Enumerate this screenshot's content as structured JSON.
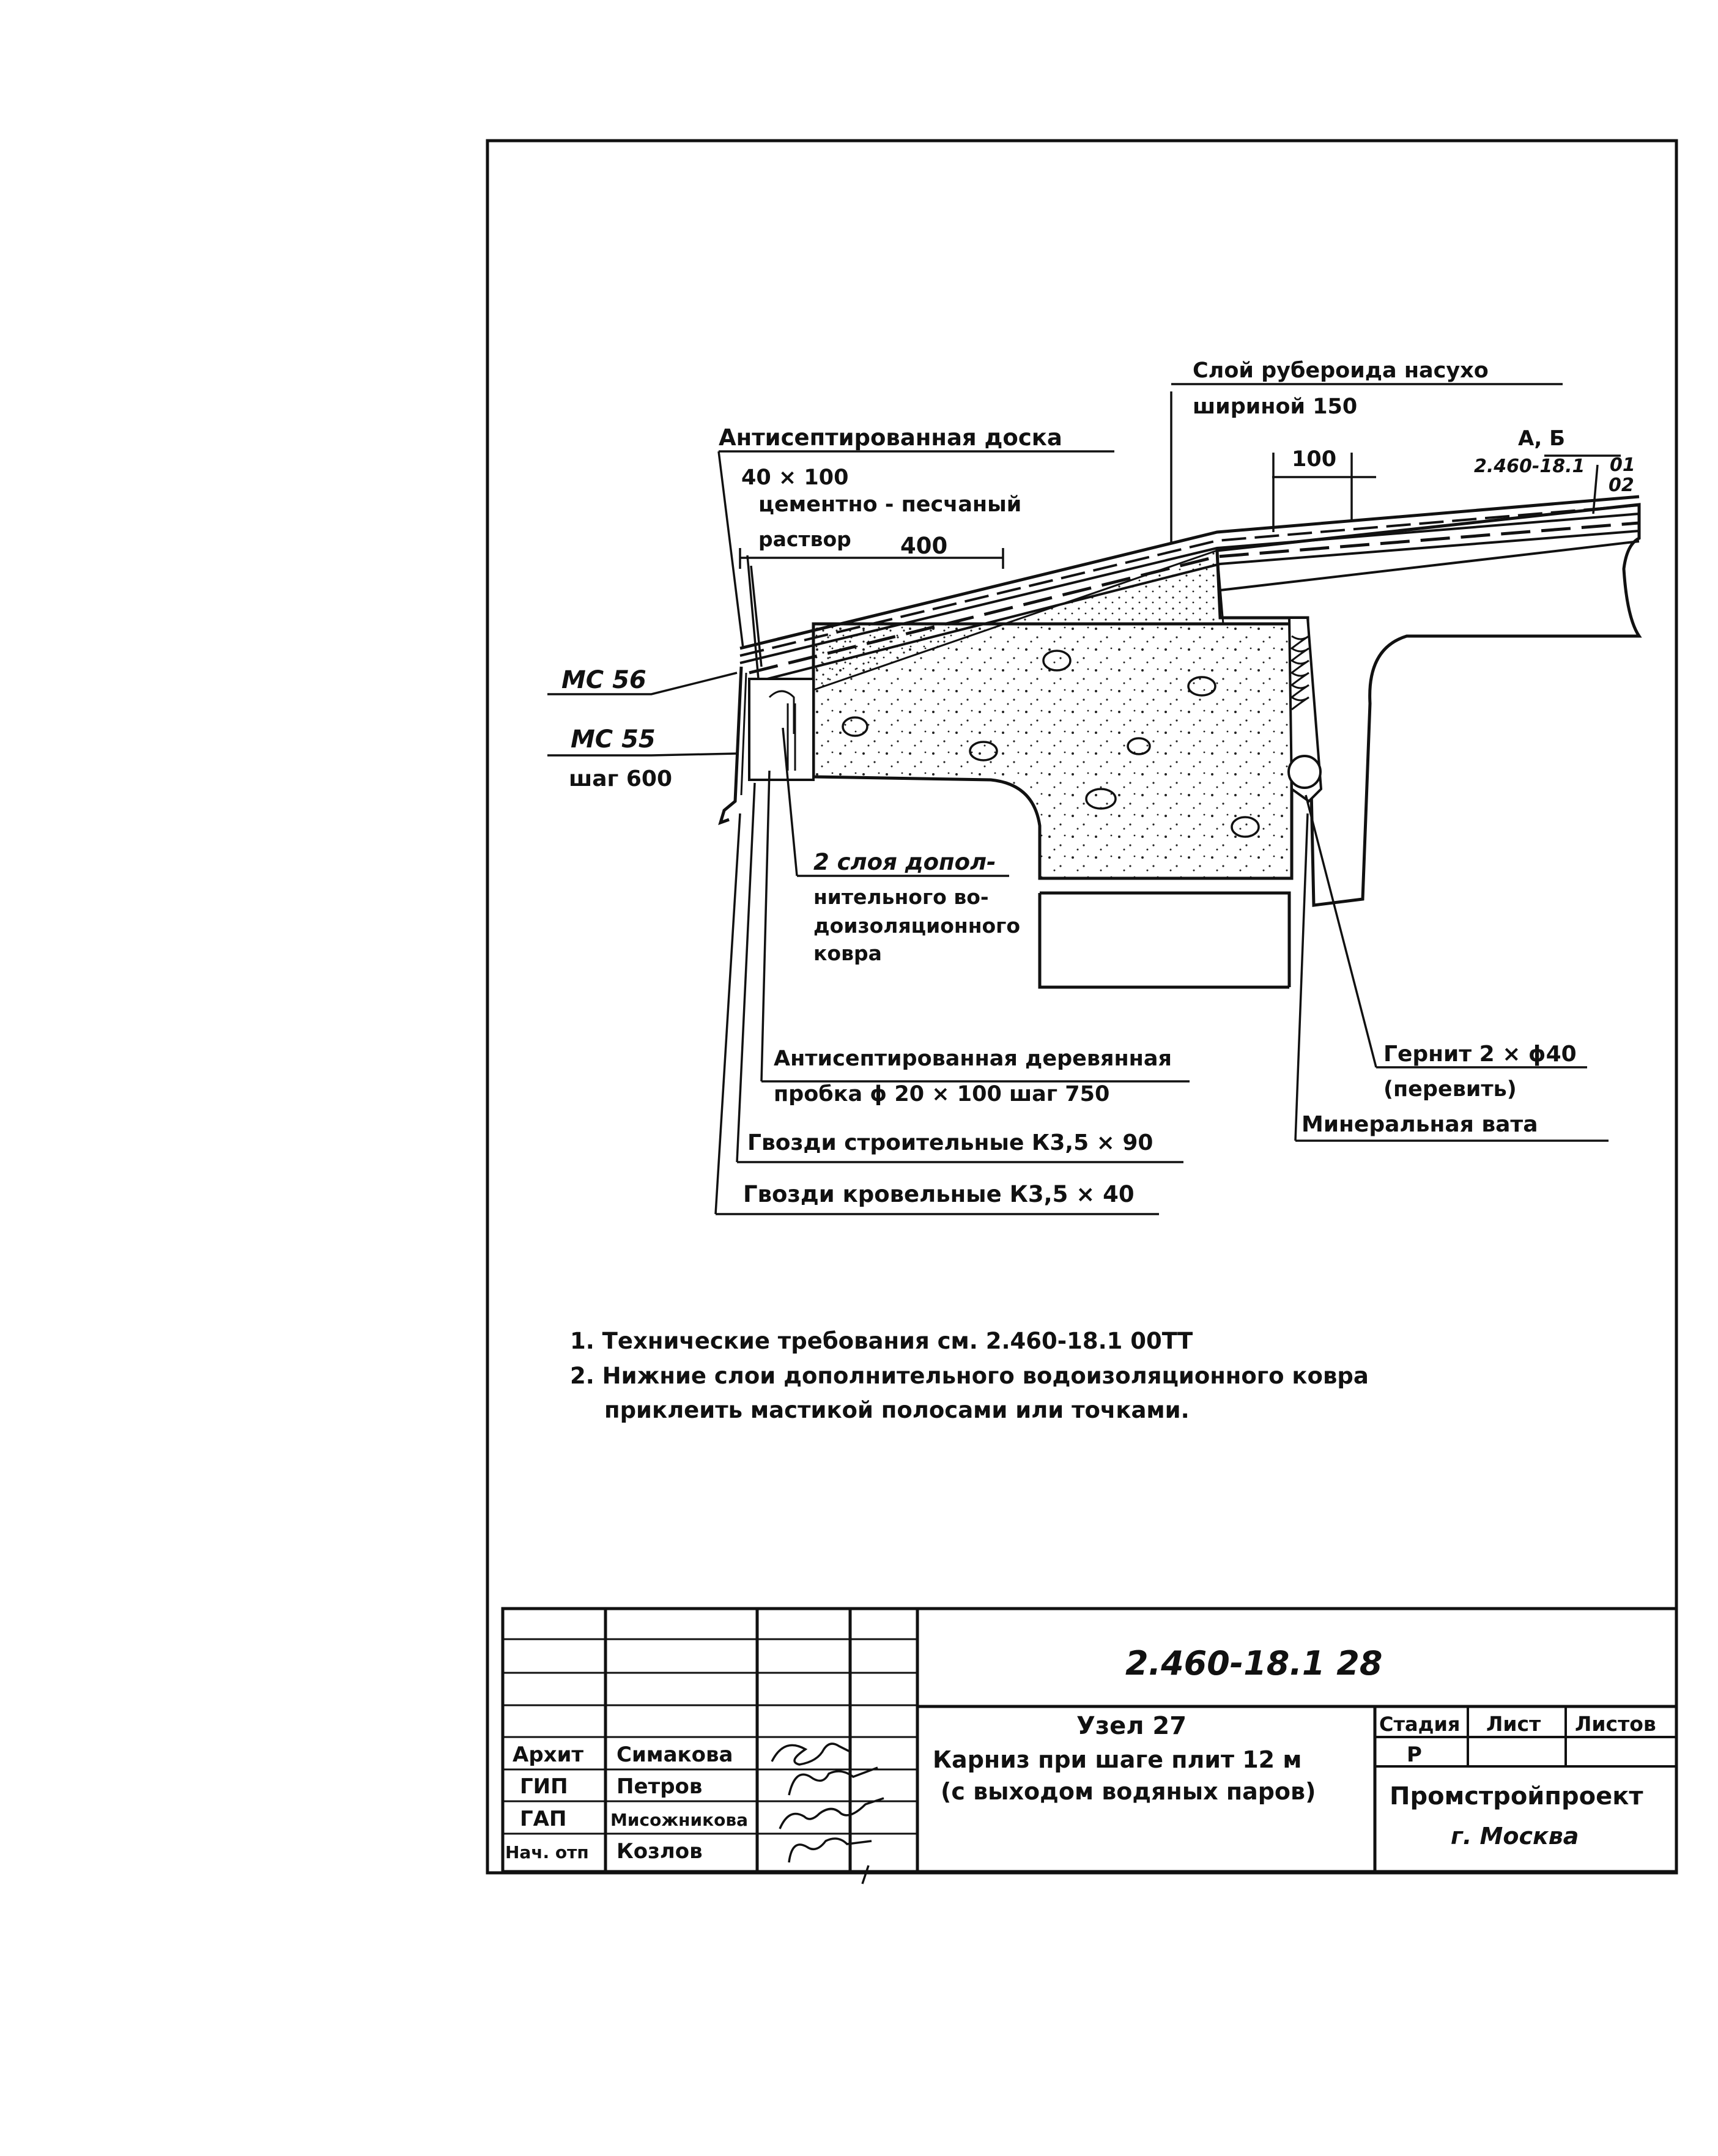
{
  "drawing": {
    "labels": {
      "roofing_felt": "Слой рубероида насухо",
      "roofing_felt_width": "шириной 150",
      "dim_100": "100",
      "section_ref": "А, Б",
      "section_doc": "2.460-18.1",
      "section_sheet_1": "01",
      "section_sheet_2": "02",
      "board": "Антисептированная доска",
      "board_size": "40 × 100",
      "mortar_1": "цементно - песчаный",
      "mortar_2": "раствор",
      "dim_400": "400",
      "mc56": "МС 56",
      "mc55": "МС 55",
      "mc55_step": "шаг 600",
      "extra_layers_1": "2 слоя допол-",
      "extra_layers_2": "нительного во-",
      "extra_layers_3": "доизоляционного",
      "extra_layers_4": "ковра",
      "plug_1": "Антисептированная деревянная",
      "plug_2": "пробка ϕ 20 × 100 шаг 750",
      "nails_construction": "Гвозди строительные К3,5 × 90",
      "nails_roofing": "Гвозди кровельные К3,5 × 40",
      "gernit_1": "Гернит 2 × ϕ40",
      "gernit_2": "(перевить)",
      "mineral_wool": "Минеральная вата"
    },
    "notes": [
      "1. Технические требования см. 2.460-18.1 00ТТ",
      "2. Нижние слои дополнительного водоизоляционного ковра",
      "приклеить мастикой полосами или точками."
    ]
  },
  "title_block": {
    "doc_code": "2.460-18.1 28",
    "title_1": "Узел 27",
    "title_2": "Карниз при шаге плит 12 м",
    "title_3": "(с выходом водяных паров)",
    "stage_header": "Стадия",
    "sheet_header": "Лист",
    "sheets_header": "Листов",
    "stage_value": "Р",
    "org_1": "Промстройпроект",
    "org_2": "г. Москва",
    "roles": [
      {
        "role": "Архит",
        "name": "Симакова"
      },
      {
        "role": "ГИП",
        "name": "Петров"
      },
      {
        "role": "ГАП",
        "name": "Мисожникова"
      },
      {
        "role": "Нач. отп",
        "name": "Козлов"
      }
    ]
  }
}
